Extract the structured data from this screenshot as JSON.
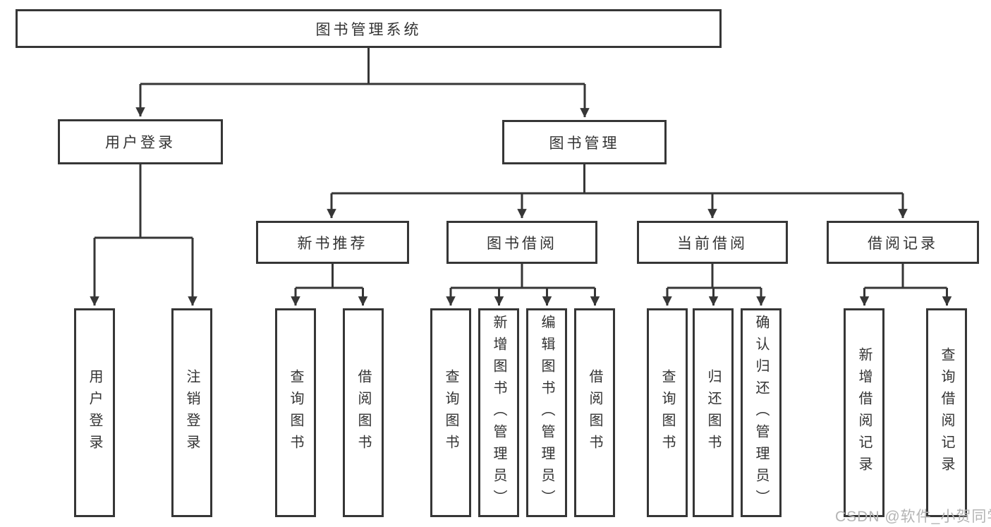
{
  "colors": {
    "line": "#363636",
    "text": "#333333",
    "background": "#ffffff",
    "watermark": "#b4b4b4"
  },
  "tree": {
    "root": "图书管理系统",
    "children": [
      {
        "label": "用户登录",
        "children": [
          "用户登录",
          "注销登录"
        ]
      },
      {
        "label": "图书管理",
        "children": [
          {
            "label": "新书推荐",
            "children": [
              "查询图书",
              "借阅图书"
            ]
          },
          {
            "label": "图书借阅",
            "children": [
              "查询图书",
              "新增图书（管理员）",
              "编辑图书（管理员）",
              "借阅图书"
            ]
          },
          {
            "label": "当前借阅",
            "children": [
              "查询图书",
              "归还图书",
              "确认归还（管理员）"
            ]
          },
          {
            "label": "借阅记录",
            "children": [
              "新增借阅记录",
              "查询借阅记录"
            ]
          }
        ]
      }
    ]
  },
  "watermark": {
    "text": "CSDN @软件_小贺同学"
  }
}
